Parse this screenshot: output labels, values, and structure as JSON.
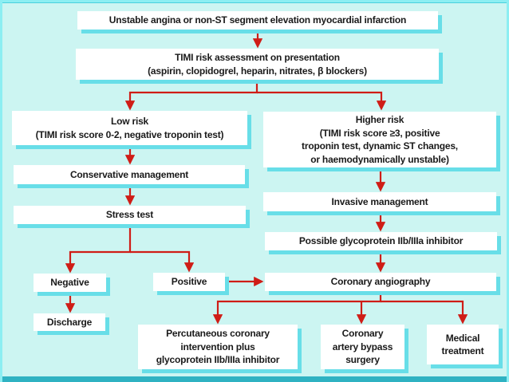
{
  "colors": {
    "bg": "#ccf5f2",
    "frame_light": "#8ceef2",
    "frame": "#49cfdd",
    "frame_dark": "#2fb2c2",
    "shadow": "#68dee8",
    "arrow": "#cf1d17",
    "text": "#1a1a1a",
    "box_bg": "#ffffff"
  },
  "nodes": {
    "unstable_angina": {
      "lines": [
        "Unstable angina or non-ST segment elevation myocardial infarction"
      ]
    },
    "timi_assessment": {
      "lines": [
        "TIMI risk assessment on presentation",
        "(aspirin, clopidogrel, heparin, nitrates, β blockers)"
      ]
    },
    "low_risk": {
      "lines": [
        "Low risk",
        "(TIMI risk score 0-2, negative troponin test)"
      ]
    },
    "higher_risk": {
      "lines": [
        "Higher risk",
        "(TIMI risk score ≥3, positive",
        "troponin test, dynamic ST changes,",
        "or haemodynamically unstable)"
      ]
    },
    "conservative": {
      "lines": [
        "Conservative management"
      ]
    },
    "stress_test": {
      "lines": [
        "Stress test"
      ]
    },
    "invasive": {
      "lines": [
        "Invasive management"
      ]
    },
    "glycoprotein": {
      "lines": [
        "Possible glycoprotein IIb/IIIa inhibitor"
      ]
    },
    "negative": {
      "lines": [
        "Negative"
      ]
    },
    "positive": {
      "lines": [
        "Positive"
      ]
    },
    "coronary_angiography": {
      "lines": [
        "Coronary angiography"
      ]
    },
    "discharge": {
      "lines": [
        "Discharge"
      ]
    },
    "pci": {
      "lines": [
        "Percutaneous coronary",
        "intervention plus",
        "glycoprotein IIb/IIIa inhibitor"
      ]
    },
    "cabg": {
      "lines": [
        "Coronary",
        "artery bypass",
        "surgery"
      ]
    },
    "medical": {
      "lines": [
        "Medical",
        "treatment"
      ]
    }
  },
  "edges": [
    {
      "from": "unstable_angina",
      "to": "timi_assessment"
    },
    {
      "from": "timi_assessment",
      "to": "low_risk"
    },
    {
      "from": "timi_assessment",
      "to": "higher_risk"
    },
    {
      "from": "low_risk",
      "to": "conservative"
    },
    {
      "from": "conservative",
      "to": "stress_test"
    },
    {
      "from": "stress_test",
      "to": "negative"
    },
    {
      "from": "stress_test",
      "to": "positive"
    },
    {
      "from": "negative",
      "to": "discharge"
    },
    {
      "from": "positive",
      "to": "coronary_angiography"
    },
    {
      "from": "higher_risk",
      "to": "invasive"
    },
    {
      "from": "invasive",
      "to": "glycoprotein"
    },
    {
      "from": "glycoprotein",
      "to": "coronary_angiography"
    },
    {
      "from": "coronary_angiography",
      "to": "pci"
    },
    {
      "from": "coronary_angiography",
      "to": "cabg"
    },
    {
      "from": "coronary_angiography",
      "to": "medical"
    }
  ]
}
